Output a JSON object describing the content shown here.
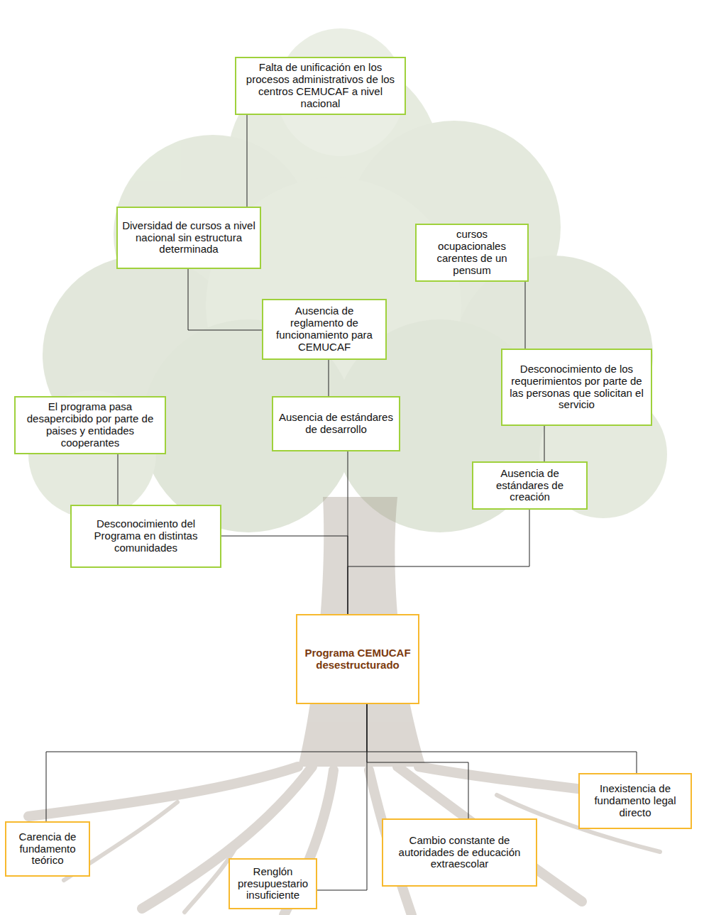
{
  "diagram": {
    "nodes": [
      {
        "text": [
          "Falta de unificación en los procesos administrativos de los centros CEMUCAF a nivel nacional"
        ]
      },
      {
        "text": [
          "Diversidad de cursos a nivel nacional sin estructura determinada"
        ]
      },
      {
        "text": [
          "cursos ocupacionales carentes de un pensum"
        ]
      },
      {
        "text": [
          "Ausencia de reglamento de funcionamiento para CEMUCAF"
        ]
      },
      {
        "text": [
          "Desconocimiento de los requerimientos por parte de las personas que solicitan el servicio"
        ]
      },
      {
        "text": [
          "El programa pasa desapercibido por parte de paises y entidades cooperantes"
        ]
      },
      {
        "text": [
          "Ausencia de estándares de desarrollo"
        ]
      },
      {
        "text": [
          "Ausencia de estándares de creación"
        ]
      },
      {
        "text": [
          "Desconocimiento del Programa en distintas comunidades"
        ]
      },
      {
        "text": [
          "Programa CEMUCAF desestructurado"
        ]
      },
      {
        "text": [
          "Carencia de fundamento teórico"
        ]
      },
      {
        "text": [
          "Renglón presupuestario insuficiente"
        ]
      },
      {
        "text": [
          "Cambio constante de autoridades de educación extraescolar"
        ]
      },
      {
        "text": [
          "Inexistencia de fundamento legal directo"
        ]
      }
    ],
    "edges": [
      {
        "from": 0,
        "to": 1,
        "arrow": "none"
      },
      {
        "from": 1,
        "to": 3,
        "arrow": "none"
      },
      {
        "from": 3,
        "to": 6,
        "arrow": "none"
      },
      {
        "from": 2,
        "to": 4,
        "arrow": "none"
      },
      {
        "from": 4,
        "to": 7,
        "arrow": "none"
      },
      {
        "from": 5,
        "to": 8,
        "arrow": "none"
      },
      {
        "from": 8,
        "to": 9,
        "arrow": "none"
      },
      {
        "from": 6,
        "to": 9,
        "arrow": "none"
      },
      {
        "from": 7,
        "to": 9,
        "arrow": "none"
      },
      {
        "from": 9,
        "to": 10,
        "arrow": "none"
      },
      {
        "from": 9,
        "to": 11,
        "arrow": "none"
      },
      {
        "from": 9,
        "to": 12,
        "arrow": "none"
      },
      {
        "from": 9,
        "to": 13,
        "arrow": "none"
      }
    ]
  }
}
